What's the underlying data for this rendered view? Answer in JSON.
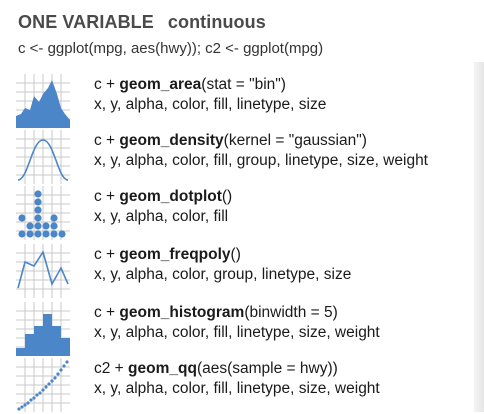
{
  "header": {
    "title": "ONE VARIABLE",
    "subtitle": "continuous",
    "setup_code": "c <- ggplot(mpg, aes(hwy)); c2 <- ggplot(mpg)"
  },
  "geoms": [
    {
      "prefix": "c + ",
      "name": "geom_area",
      "args": "(stat = \"bin\")",
      "aesthetics": "x, y, alpha, color, fill, linetype, size",
      "icon": "area-icon"
    },
    {
      "prefix": "c + ",
      "name": "geom_density",
      "args": "(kernel = \"gaussian\")",
      "aesthetics": "x, y, alpha, color, fill, group, linetype, size, weight",
      "icon": "density-icon"
    },
    {
      "prefix": "c + ",
      "name": "geom_dotplot",
      "args": "()",
      "aesthetics": "x, y, alpha, color, fill",
      "icon": "dotplot-icon"
    },
    {
      "prefix": "c + ",
      "name": "geom_freqpoly",
      "args": "()",
      "aesthetics": "x, y, alpha, color, group, linetype, size",
      "icon": "freqpoly-icon"
    },
    {
      "prefix": "c + ",
      "name": "geom_histogram",
      "args": "(binwidth = 5)",
      "aesthetics": "x, y, alpha, color, fill, linetype, size, weight",
      "icon": "histogram-icon"
    },
    {
      "prefix": "c2 + ",
      "name": "geom_qq",
      "args": "(aes(sample = hwy))",
      "aesthetics": "x, y, alpha, color, fill, linetype, size, weight",
      "icon": "qq-icon"
    }
  ],
  "colors": {
    "accent": "#4a86c8",
    "grid": "#c8c8c8",
    "line": "#4a86c8"
  }
}
